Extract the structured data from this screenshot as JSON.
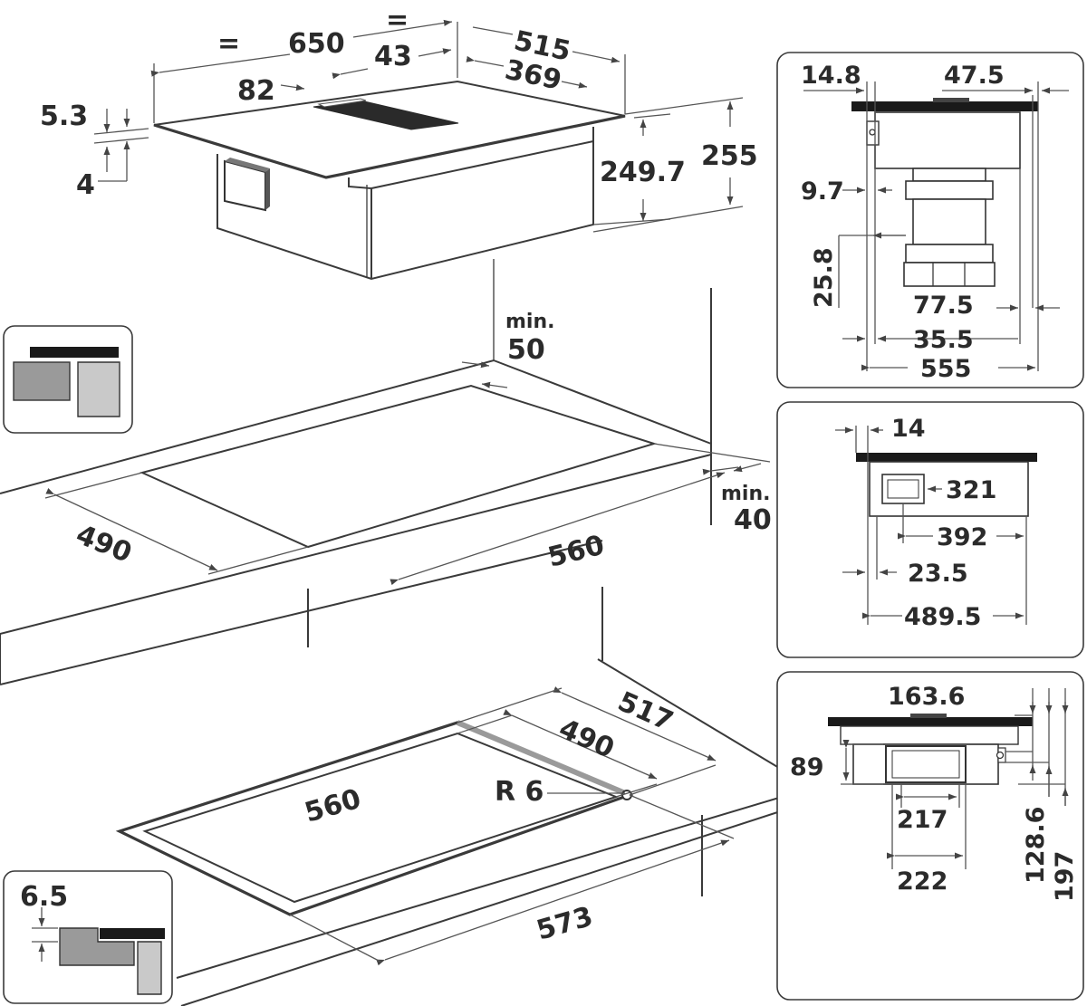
{
  "colors": {
    "line": "#3a3a3a",
    "dark": "#1a1a1a",
    "grey_dark": "#9a9a9a",
    "grey_light": "#c9c9c9",
    "dimension": "#555555"
  },
  "top_view": {
    "equal_left": "=",
    "equal_right": "=",
    "width": "650",
    "depth": "515",
    "vent_width": "43",
    "vent_offset": "82",
    "vent_depth": "369",
    "glass_thickness": "5.3",
    "frame_offset": "4",
    "height_total": "255",
    "height_body": "249.7"
  },
  "counter_top": {
    "min_back_label": "min.",
    "min_back_value": "50",
    "min_side_label": "min.",
    "min_side_value": "40",
    "cut_depth": "490",
    "cut_width": "560"
  },
  "flush_mount": {
    "outer_depth": "517",
    "inner_depth": "490",
    "radius": "R 6",
    "inner_width": "560",
    "outer_width": "573",
    "rebate_depth": "6.5"
  },
  "side_panel_1": {
    "d_14_8": "14.8",
    "d_47_5": "47.5",
    "d_9_7": "9.7",
    "d_25_8": "25.8",
    "d_77_5": "77.5",
    "d_35_5": "35.5",
    "d_555": "555"
  },
  "side_panel_2": {
    "d_14": "14",
    "d_321": "321",
    "d_392": "392",
    "d_23_5": "23.5",
    "d_489_5": "489.5"
  },
  "side_panel_3": {
    "d_163_6": "163.6",
    "d_89": "89",
    "d_217": "217",
    "d_222": "222",
    "d_128_6": "128.6",
    "d_197": "197"
  }
}
